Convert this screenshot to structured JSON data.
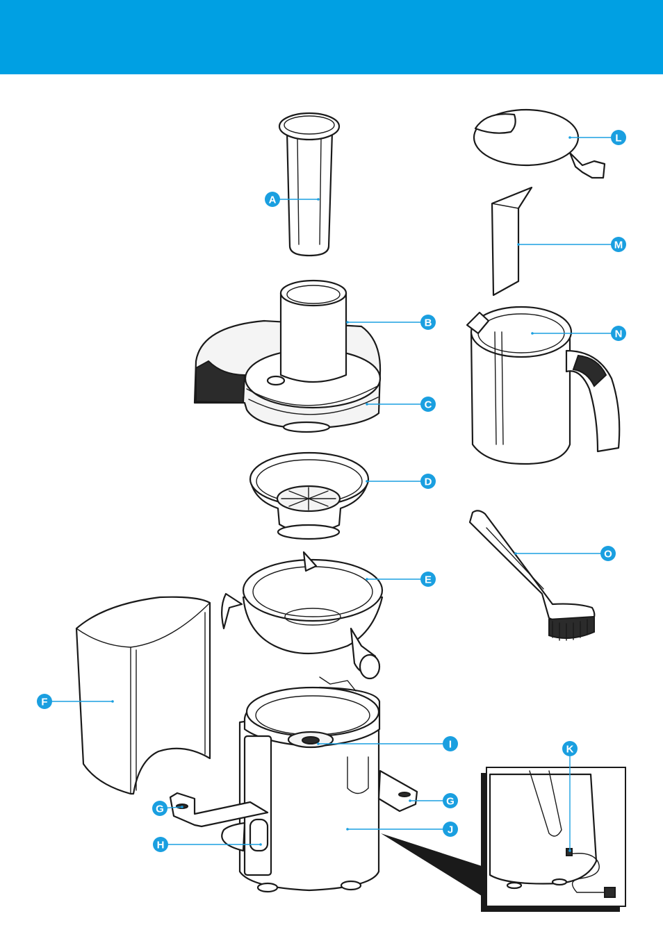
{
  "colors": {
    "header": "#00a0e3",
    "accent": "#1a9fe0",
    "line": "#1a1a1a"
  },
  "callouts": [
    {
      "id": "A",
      "label": "A"
    },
    {
      "id": "B",
      "label": "B"
    },
    {
      "id": "C",
      "label": "C"
    },
    {
      "id": "D",
      "label": "D"
    },
    {
      "id": "E",
      "label": "E"
    },
    {
      "id": "F",
      "label": "F"
    },
    {
      "id": "G1",
      "label": "G"
    },
    {
      "id": "G2",
      "label": "G"
    },
    {
      "id": "H",
      "label": "H"
    },
    {
      "id": "I",
      "label": "I"
    },
    {
      "id": "J",
      "label": "J"
    },
    {
      "id": "K",
      "label": "K"
    },
    {
      "id": "L",
      "label": "L"
    },
    {
      "id": "M",
      "label": "M"
    },
    {
      "id": "N",
      "label": "N"
    },
    {
      "id": "O",
      "label": "O"
    }
  ]
}
